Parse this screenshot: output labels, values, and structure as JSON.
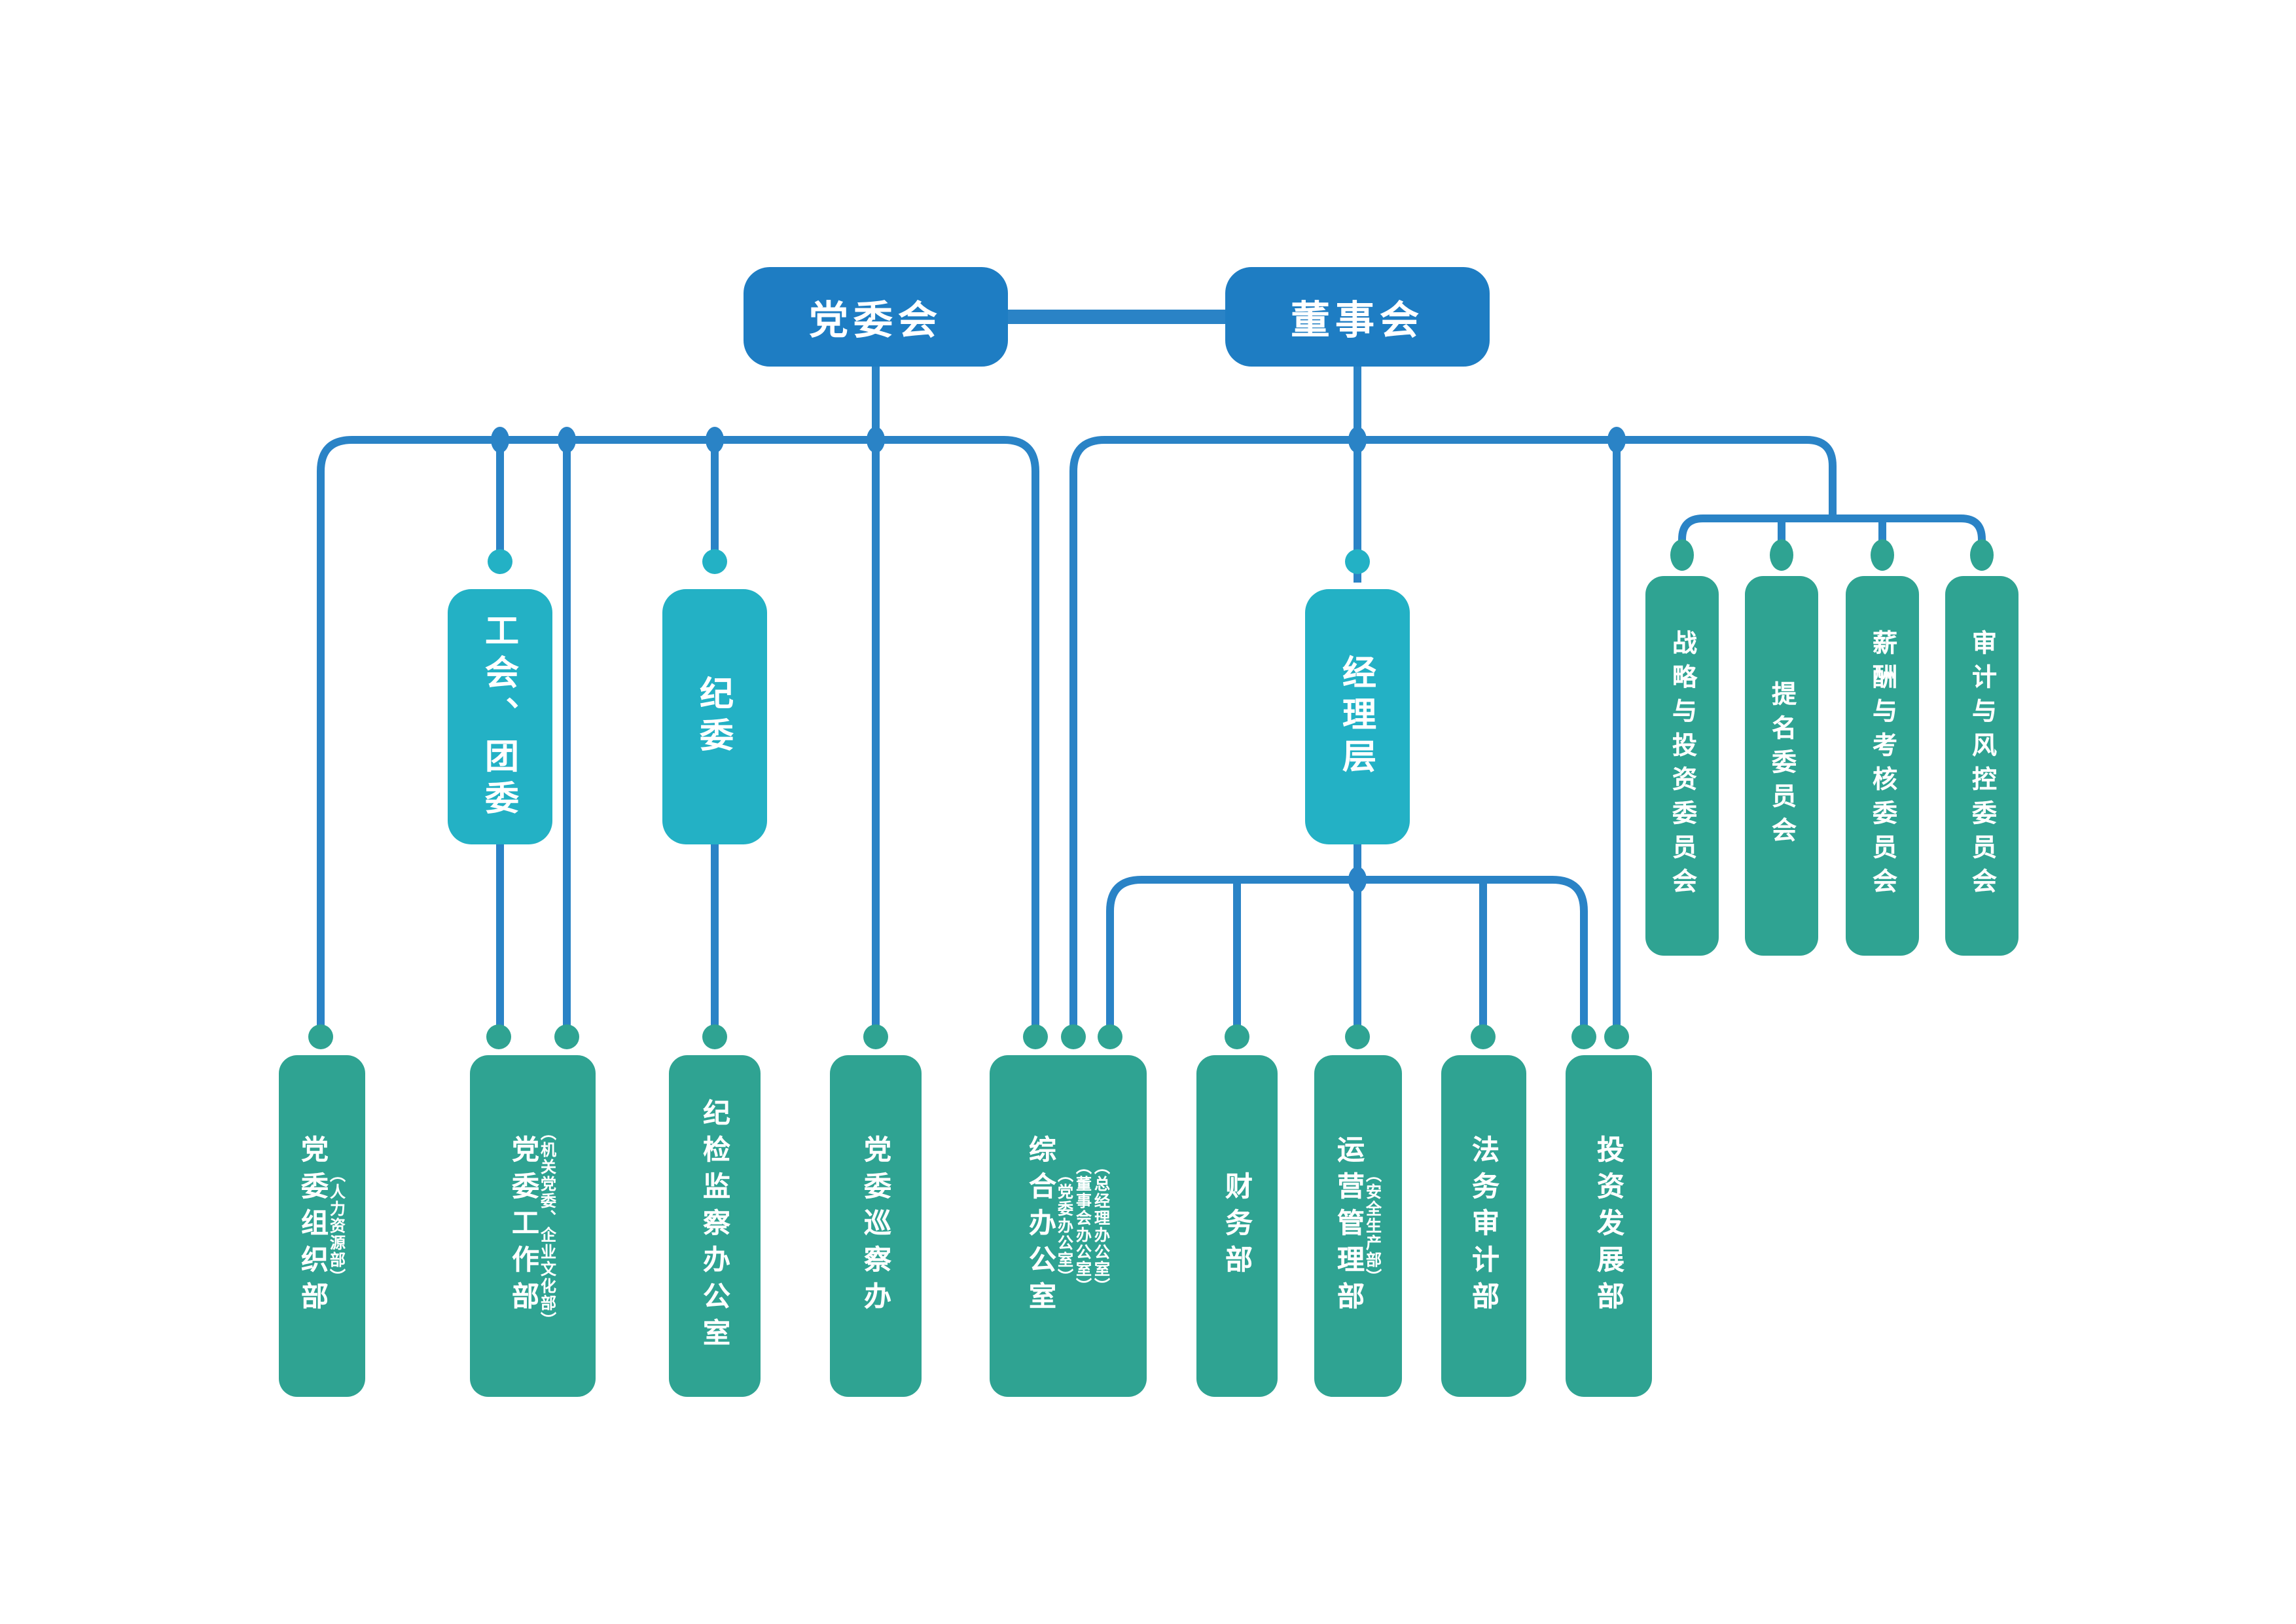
{
  "palette": {
    "blue": "#1e7dc3",
    "cyan": "#23b1c5",
    "green": "#2fa392",
    "line": "#2a83c6"
  },
  "orgchart": {
    "nodes": {
      "party_committee": {
        "label": "党委会"
      },
      "board": {
        "label": "董事会"
      },
      "union_youth": {
        "label": "工会、团委"
      },
      "discipline": {
        "label": "纪委"
      },
      "management": {
        "label": "经理层"
      },
      "strategy_investment": {
        "label": "战略与投资委员会"
      },
      "nomination": {
        "label": "提名委员会"
      },
      "compensation_assessment": {
        "label": "薪酬与考核委员会"
      },
      "audit_risk": {
        "label": "审计与风控委员会"
      },
      "org_dept": {
        "label": "党委组织部",
        "sublabels": [
          "（人力资源部）"
        ]
      },
      "party_work_dept": {
        "label": "党委工作部",
        "sublabels": [
          "（机关党委、企业文化部）"
        ]
      },
      "discipline_office": {
        "label": "纪检监察办公室"
      },
      "inspection_office": {
        "label": "党委巡察办"
      },
      "general_office": {
        "label": "综合办公室",
        "sublabels": [
          "（党委办公室）",
          "（董事会办公室）",
          "（总经理办公室）"
        ]
      },
      "finance_dept": {
        "label": "财务部"
      },
      "operations_dept": {
        "label": "运营管理部",
        "sublabels": [
          "（安全生产部）"
        ]
      },
      "legal_audit_dept": {
        "label": "法务审计部"
      },
      "investment_dept": {
        "label": "投资发展部"
      }
    }
  }
}
